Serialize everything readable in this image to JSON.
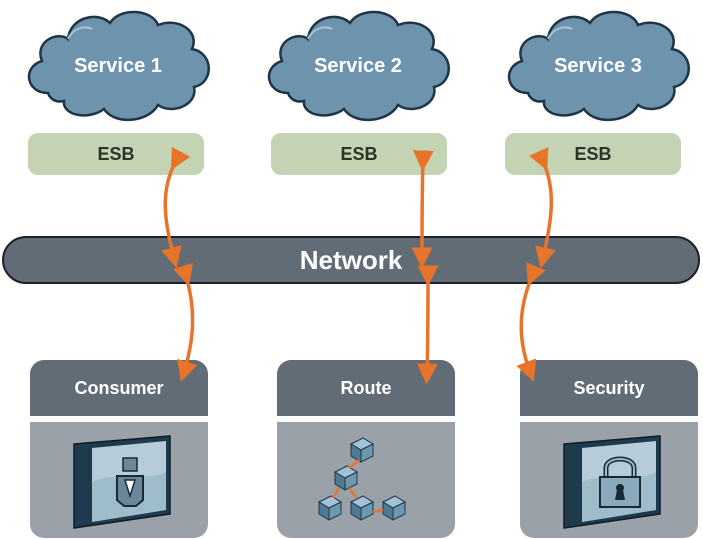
{
  "services": [
    {
      "label": "Service 1",
      "esb_label": "ESB"
    },
    {
      "label": "Service 2",
      "esb_label": "ESB"
    },
    {
      "label": "Service 3",
      "esb_label": "ESB"
    }
  ],
  "network": {
    "label": "Network"
  },
  "components": [
    {
      "label": "Consumer",
      "icon": "consumer-screen-icon"
    },
    {
      "label": "Route",
      "icon": "route-cubes-icon"
    },
    {
      "label": "Security",
      "icon": "lock-screen-icon"
    }
  ],
  "colors": {
    "cloud": "#6e93ad",
    "esb": "#c4d3b4",
    "network": "#626c77",
    "box_head": "#626c77",
    "box_body": "#9aa1a8",
    "arrow": "#e8742a"
  }
}
